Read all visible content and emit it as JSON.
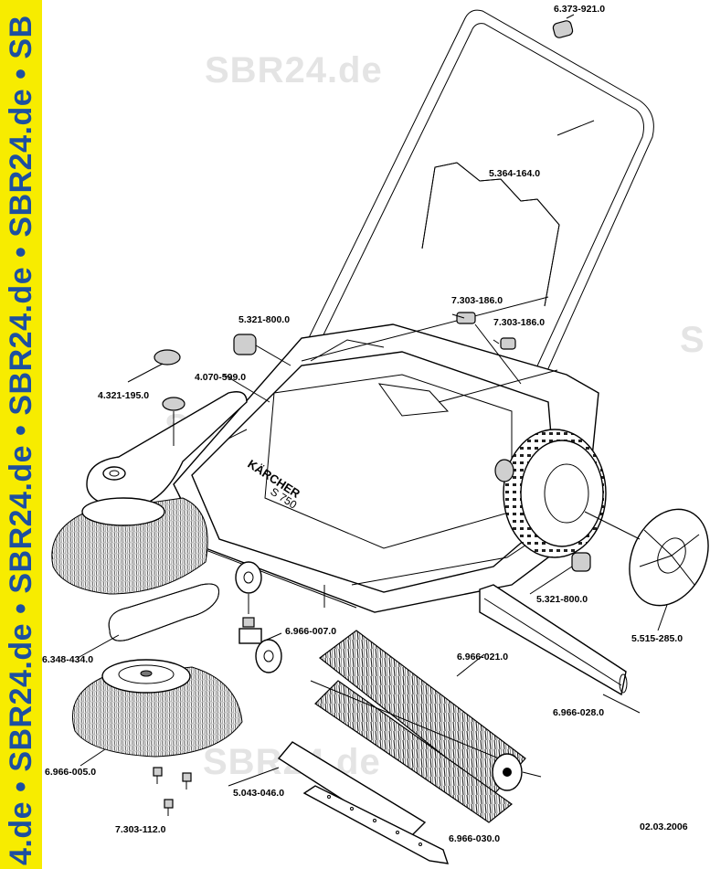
{
  "sidebar": {
    "repeat_text": "4.de • SBR24.de • SBR24.de • SBR24.de • SBR24.de • SB"
  },
  "watermarks": [
    "SBR24.de",
    "SBR24.de",
    "SBR24.de",
    "S"
  ],
  "brand": {
    "name": "KÄRCHER",
    "model": "S 750"
  },
  "parts": [
    {
      "id": "handle_cap",
      "number": "6.373-921.0"
    },
    {
      "id": "bracket",
      "number": "5.364-164.0"
    },
    {
      "id": "screw_a",
      "number": "7.303-186.0"
    },
    {
      "id": "screw_b",
      "number": "7.303-186.0"
    },
    {
      "id": "nut_top",
      "number": "5.321-800.0"
    },
    {
      "id": "knob",
      "number": "4.321-195.0"
    },
    {
      "id": "housing",
      "number": "4.070-599.0"
    },
    {
      "id": "nut_wheel",
      "number": "5.321-800.0"
    },
    {
      "id": "hubcap",
      "number": "5.515-285.0"
    },
    {
      "id": "belt",
      "number": "6.348-434.0"
    },
    {
      "id": "castor",
      "number": "6.966-007.0"
    },
    {
      "id": "roller_brush",
      "number": "6.966-021.0"
    },
    {
      "id": "lip",
      "number": "6.966-028.0"
    },
    {
      "id": "side_brush",
      "number": "6.966-005.0"
    },
    {
      "id": "flap",
      "number": "5.043-046.0"
    },
    {
      "id": "screws_small",
      "number": "7.303-112.0"
    },
    {
      "id": "strip",
      "number": "6.966-030.0"
    }
  ],
  "date": "02.03.2006",
  "colors": {
    "sidebar_bg": "#f7ec00",
    "sidebar_text": "#1d4fa0",
    "watermark": "#e4e4e4"
  }
}
